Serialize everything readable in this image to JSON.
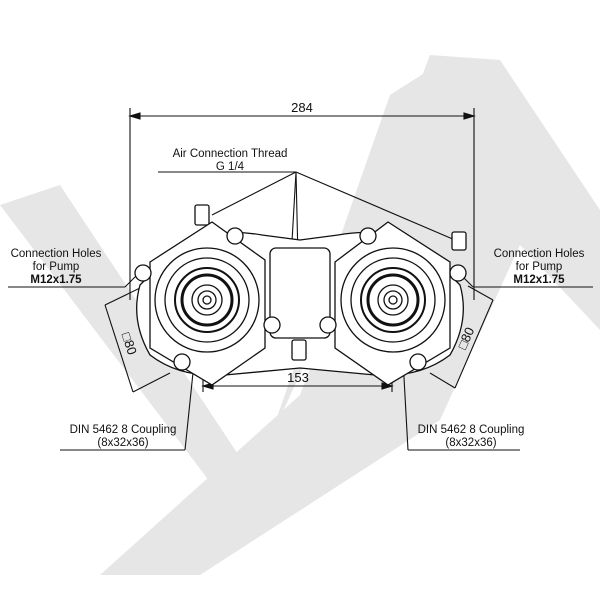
{
  "dimensions": {
    "overall_width": "284",
    "center_distance": "153",
    "left_square": "□80",
    "right_square": "□80"
  },
  "air_connection": {
    "title": "Air Connection Thread",
    "thread": "G 1/4"
  },
  "connection_holes_left": {
    "line1": "Connection Holes",
    "line2": "for Pump",
    "thread": "M12x1.75"
  },
  "connection_holes_right": {
    "line1": "Connection Holes",
    "line2": "for Pump",
    "thread": "M12x1.75"
  },
  "coupling_left": {
    "line1": "DIN 5462 8 Coupling",
    "line2": "(8x32x36)"
  },
  "coupling_right": {
    "line1": "DIN 5462 8 Coupling",
    "line2": "(8x32x36)"
  },
  "colors": {
    "line": "#111111",
    "watermark": "#e6e6e6"
  }
}
